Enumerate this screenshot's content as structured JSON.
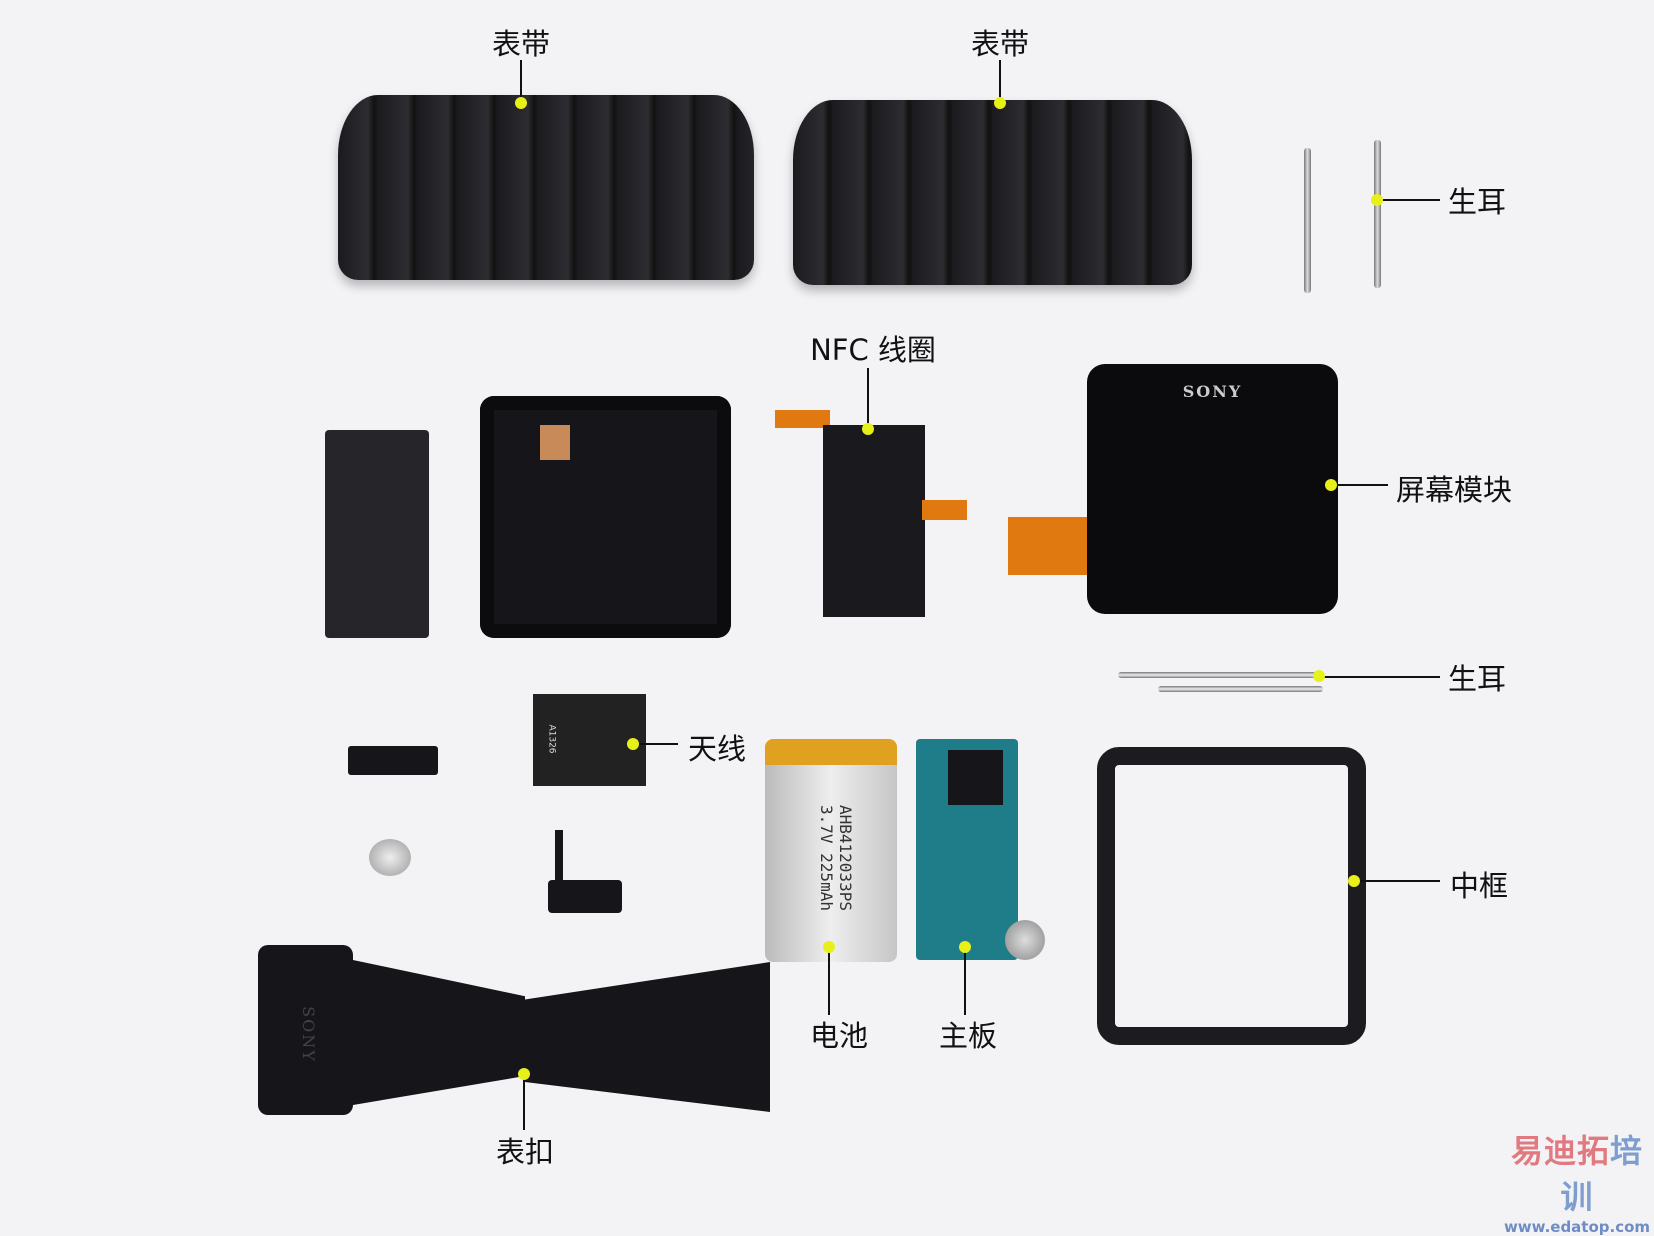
{
  "labels": {
    "strap_left": "表带",
    "strap_right": "表带",
    "spring_bar_top": "生耳",
    "nfc_coil": "NFC 线圈",
    "screen_module": "屏幕模块",
    "spring_bar_middle": "生耳",
    "antenna": "天线",
    "middle_frame": "中框",
    "battery": "电池",
    "mainboard": "主板",
    "clasp": "表扣"
  },
  "part_text": {
    "screen_brand": "SONY",
    "clasp_brand": "SONY",
    "battery_model": "AHB412033PS",
    "battery_spec": "3.7V 225mAh",
    "antenna_code": "A1326"
  },
  "colors": {
    "dot": "#e8f01a",
    "flex_cable": "#e07a10",
    "board": "#1f7d8a"
  },
  "watermark": {
    "cn_red": "易迪拓",
    "cn_blue": "培训",
    "url": "www.edatop.com"
  }
}
